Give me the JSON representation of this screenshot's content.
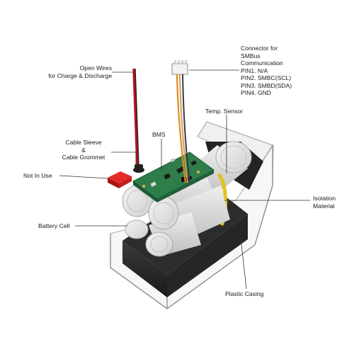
{
  "labels": {
    "open_wires_1": "Open Wires",
    "open_wires_2": "for Charge & Discharge",
    "connector_1": "Connector for",
    "connector_2": "SMBus",
    "connector_3": "Communication",
    "pin1": "PIN1. N/A",
    "pin2": "PIN2. SMBC(SCL)",
    "pin3": "PIN3. SMBD(SDA)",
    "pin4": "PIN4. GND",
    "temp_sensor": "Temp. Sensor",
    "bms": "BMS",
    "cable_sleeve_1": "Cable Sleeve",
    "cable_sleeve_2": "&",
    "cable_sleeve_3": "Cable Grommet",
    "not_in_use": "Not In Use",
    "isolation_1": "Isolation",
    "isolation_2": "Material",
    "battery_cell": "Battery Cell",
    "plastic_casing": "Plastic Casing"
  },
  "colors": {
    "wire_red": "#b8121e",
    "wire_black": "#1e1e1e",
    "wire_orange": "#e08a1e",
    "pcb_green": "#2f7d4a",
    "cell_body": "#e6e6e6",
    "isolation_yellow": "#e2c21a",
    "not_in_use_red": "#d62020",
    "case_dark": "#2c2c2c"
  }
}
